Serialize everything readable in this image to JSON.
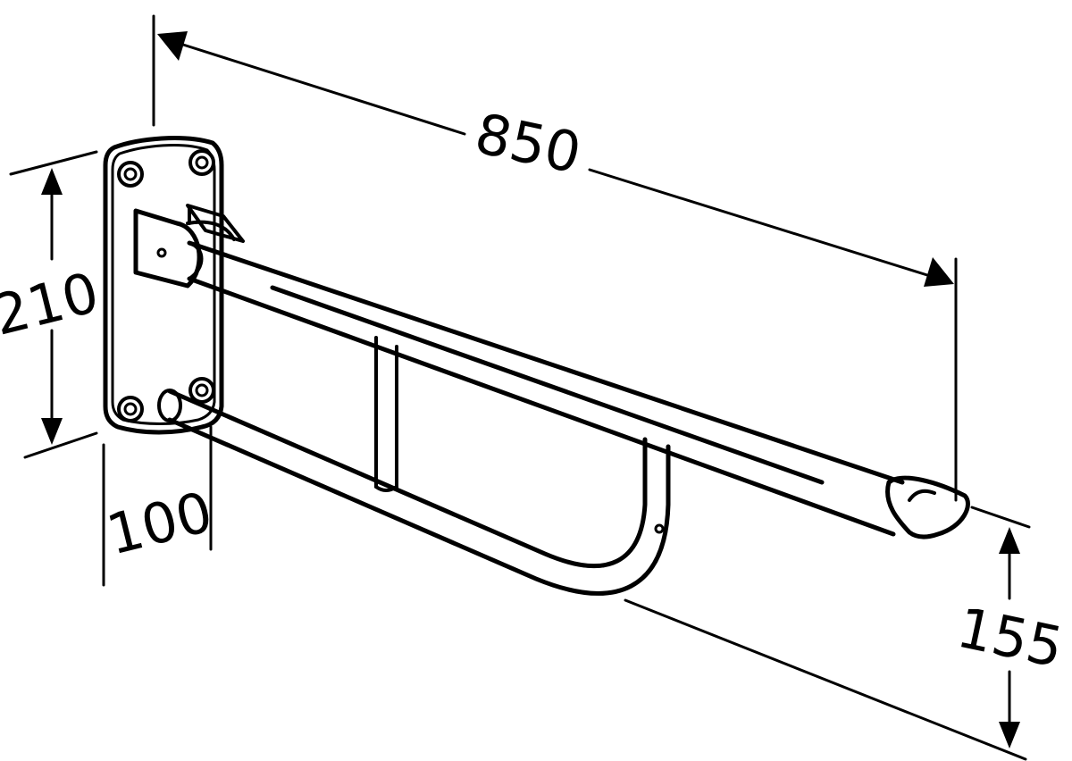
{
  "dimensions": {
    "length": "850",
    "plate_height": "210",
    "projection": "100",
    "height_offset": "155"
  },
  "colors": {
    "ink": "#000000",
    "fill": "#ffffff"
  }
}
